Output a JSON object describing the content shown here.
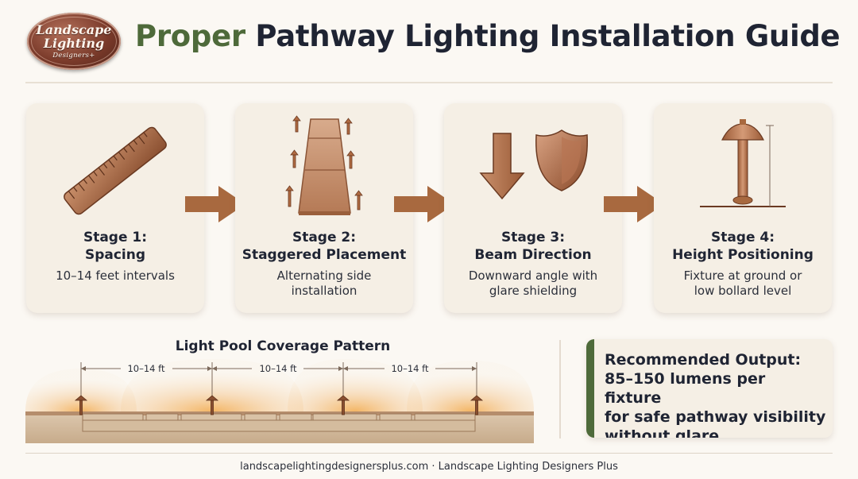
{
  "logo": {
    "line1": "Landscape",
    "line2": "Lighting",
    "line3": "Designers+"
  },
  "header": {
    "title_accent": "Proper",
    "title_rest": "Pathway Lighting Installation Guide"
  },
  "stages": [
    {
      "title_line1": "Stage 1:",
      "title_line2": "Spacing",
      "desc_line1": "10–14 feet intervals",
      "desc_line2": "",
      "icon": "ruler-icon"
    },
    {
      "title_line1": "Stage 2:",
      "title_line2": "Staggered Placement",
      "desc_line1": "Alternating side",
      "desc_line2": "installation",
      "icon": "staggered-path-icon"
    },
    {
      "title_line1": "Stage 3:",
      "title_line2": "Beam Direction",
      "desc_line1": "Downward angle with",
      "desc_line2": "glare shielding",
      "icon": "down-arrow-shield-icon"
    },
    {
      "title_line1": "Stage 4:",
      "title_line2": "Height Positioning",
      "desc_line1": "Fixture at ground or",
      "desc_line2": "low bollard level",
      "icon": "path-light-fixture-icon"
    }
  ],
  "coverage": {
    "title": "Light Pool Coverage Pattern",
    "spacing_labels": [
      "10–14 ft",
      "10–14 ft",
      "10–14 ft"
    ]
  },
  "output": {
    "line1": "Recommended Output:",
    "line2": "85–150 lumens per fixture",
    "line3": "for safe pathway visibility",
    "line4": "without glare"
  },
  "footer": {
    "text": "landscapelightingdesignersplus.com · Landscape Lighting Designers Plus"
  },
  "colors": {
    "accent_green": "#4e6a3a",
    "copper": "#a0623e",
    "card_bg": "#f5efe5",
    "page_bg": "#fbf8f3"
  }
}
